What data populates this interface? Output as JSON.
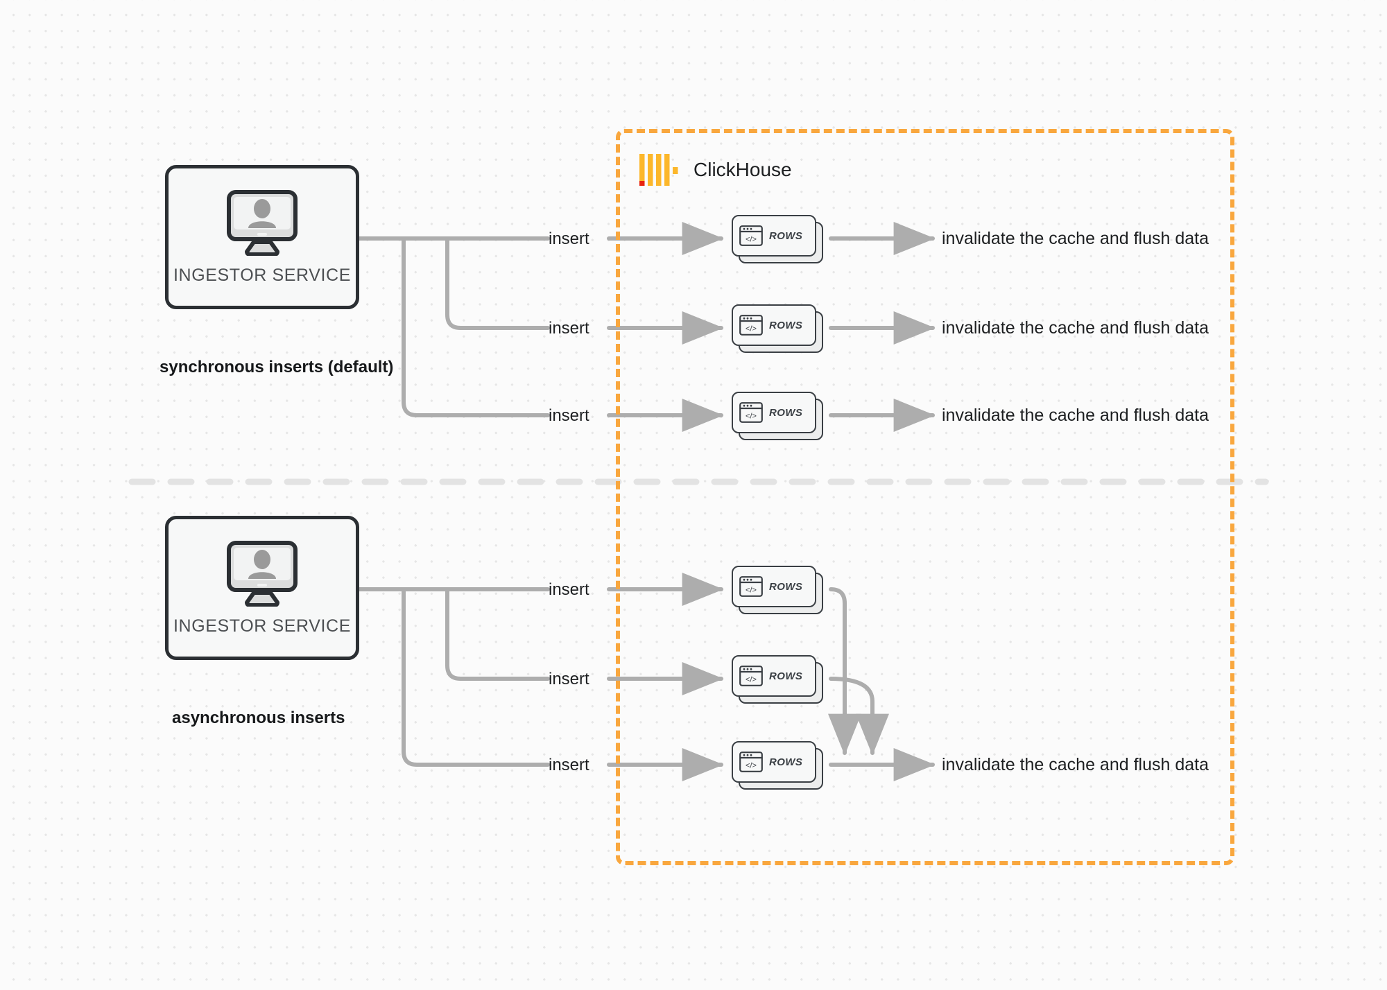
{
  "diagram": {
    "title": "ClickHouse synchronous vs asynchronous inserts",
    "colors": {
      "boundary_orange": "#f9a73e",
      "edge_gray": "#adadad",
      "node_border": "#2b2f33",
      "background": "#fbfbfb",
      "logo_red": "#e8240f"
    }
  },
  "clickhouse": {
    "name": "ClickHouse",
    "logo_icon": "clickhouse-logo-icon"
  },
  "sections": [
    {
      "id": "synchronous",
      "caption": "synchronous inserts (default)",
      "source": {
        "label": "INGESTOR SERVICE",
        "icon": "monitor-user-icon"
      },
      "edges": [
        {
          "label": "insert"
        },
        {
          "label": "insert"
        },
        {
          "label": "insert"
        }
      ],
      "targets": [
        {
          "label": "ROWS",
          "icon": "code-window-icon"
        },
        {
          "label": "ROWS",
          "icon": "code-window-icon"
        },
        {
          "label": "ROWS",
          "icon": "code-window-icon"
        }
      ],
      "sinks": [
        {
          "label": "invalidate the cache and flush data"
        },
        {
          "label": "invalidate the cache and flush data"
        },
        {
          "label": "invalidate the cache and flush data"
        }
      ]
    },
    {
      "id": "asynchronous",
      "caption": "asynchronous inserts",
      "source": {
        "label": "INGESTOR SERVICE",
        "icon": "monitor-user-icon"
      },
      "edges": [
        {
          "label": "insert"
        },
        {
          "label": "insert"
        },
        {
          "label": "insert"
        }
      ],
      "targets": [
        {
          "label": "ROWS",
          "icon": "code-window-icon"
        },
        {
          "label": "ROWS",
          "icon": "code-window-icon"
        },
        {
          "label": "ROWS",
          "icon": "code-window-icon"
        }
      ],
      "sinks": [
        {
          "label": "invalidate the cache and flush data"
        }
      ]
    }
  ]
}
